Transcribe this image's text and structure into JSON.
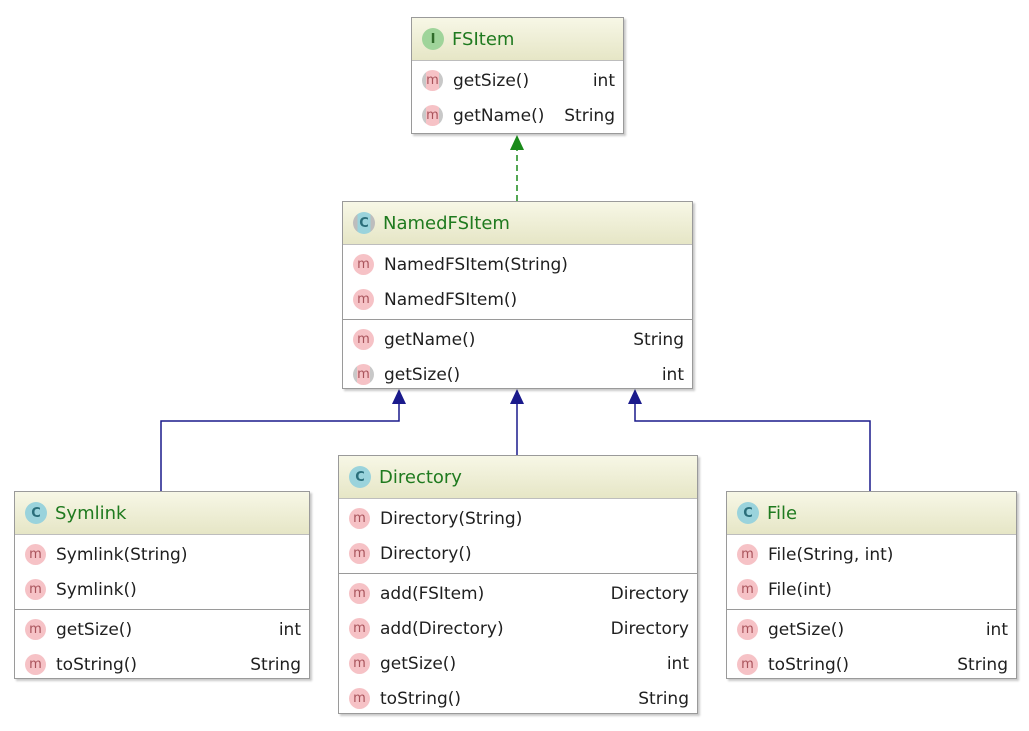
{
  "diagram": {
    "nodes": {
      "fsitem": {
        "kind_icon": "I",
        "kind": "interface",
        "name": "FSItem",
        "constructors": [],
        "methods": [
          {
            "icon": "m",
            "name": "getSize()",
            "type": "int",
            "abstract": true
          },
          {
            "icon": "m",
            "name": "getName()",
            "type": "String",
            "abstract": true
          }
        ]
      },
      "namedfsitem": {
        "kind_icon": "C",
        "kind": "abstract-class",
        "name": "NamedFSItem",
        "constructors": [
          {
            "icon": "m",
            "name": "NamedFSItem(String)",
            "type": ""
          },
          {
            "icon": "m",
            "name": "NamedFSItem()",
            "type": ""
          }
        ],
        "methods": [
          {
            "icon": "m",
            "name": "getName()",
            "type": "String"
          },
          {
            "icon": "m",
            "name": "getSize()",
            "type": "int",
            "abstract": true
          }
        ]
      },
      "symlink": {
        "kind_icon": "C",
        "kind": "class",
        "name": "Symlink",
        "constructors": [
          {
            "icon": "m",
            "name": "Symlink(String)",
            "type": ""
          },
          {
            "icon": "m",
            "name": "Symlink()",
            "type": ""
          }
        ],
        "methods": [
          {
            "icon": "m",
            "name": "getSize()",
            "type": "int"
          },
          {
            "icon": "m",
            "name": "toString()",
            "type": "String"
          }
        ]
      },
      "directory": {
        "kind_icon": "C",
        "kind": "class",
        "name": "Directory",
        "constructors": [
          {
            "icon": "m",
            "name": "Directory(String)",
            "type": ""
          },
          {
            "icon": "m",
            "name": "Directory()",
            "type": ""
          }
        ],
        "methods": [
          {
            "icon": "m",
            "name": "add(FSItem)",
            "type": "Directory"
          },
          {
            "icon": "m",
            "name": "add(Directory)",
            "type": "Directory"
          },
          {
            "icon": "m",
            "name": "getSize()",
            "type": "int"
          },
          {
            "icon": "m",
            "name": "toString()",
            "type": "String"
          }
        ]
      },
      "file": {
        "kind_icon": "C",
        "kind": "class",
        "name": "File",
        "constructors": [
          {
            "icon": "m",
            "name": "File(String, int)",
            "type": ""
          },
          {
            "icon": "m",
            "name": "File(int)",
            "type": ""
          }
        ],
        "methods": [
          {
            "icon": "m",
            "name": "getSize()",
            "type": "int"
          },
          {
            "icon": "m",
            "name": "toString()",
            "type": "String"
          }
        ]
      }
    },
    "edges": [
      {
        "from": "namedfsitem",
        "to": "fsitem",
        "relation": "implements",
        "color": "#1a8a1a",
        "style": "dashed"
      },
      {
        "from": "symlink",
        "to": "namedfsitem",
        "relation": "extends",
        "color": "#1a1a8c",
        "style": "solid"
      },
      {
        "from": "directory",
        "to": "namedfsitem",
        "relation": "extends",
        "color": "#1a1a8c",
        "style": "solid"
      },
      {
        "from": "file",
        "to": "namedfsitem",
        "relation": "extends",
        "color": "#1a1a8c",
        "style": "solid"
      }
    ]
  }
}
